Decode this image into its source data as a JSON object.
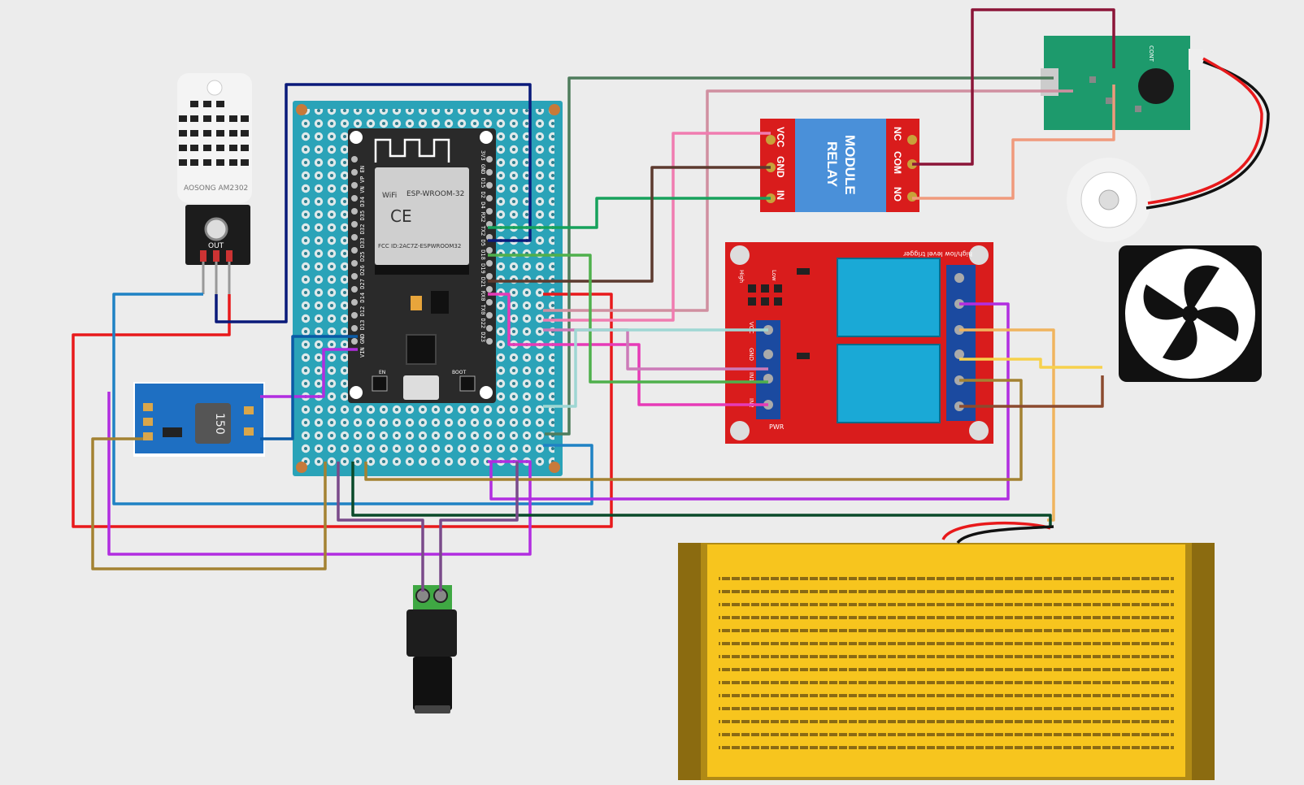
{
  "dht_sensor": {
    "brand": "AOSONG AM2302",
    "pin_label": "OUT"
  },
  "esp32": {
    "module_name": "ESP-WROOM-32",
    "brand": "WiFi",
    "cert": "CE",
    "fcc": "FCC ID:2AC7Z-ESPWROOM32",
    "left_pins": "VIN GND D13 D12 D14 D27 D26 D25 D33 D32 D35 D34 VN VP EN",
    "right_pins": "3V3 GND D15 D2 D4 RX2 TX2 D5 D18 D19 D21 RX0 TX0 D22 D23",
    "en_button": "EN",
    "boot_button": "BOOT"
  },
  "buck_converter": {
    "inductor_text": "150"
  },
  "relay_single": {
    "pins_left": [
      "VCC",
      "GND",
      "IN"
    ],
    "pins_right": [
      "NC",
      "COM",
      "NO"
    ],
    "title_line1": "MODULE",
    "title_line2": "RELAY"
  },
  "relay_dual": {
    "header": "high/low level trigger",
    "pwr": "PWR",
    "jumper": [
      "High",
      "Low"
    ],
    "labels_left": [
      "VCC",
      "GND",
      "IN1",
      "IN2"
    ]
  },
  "mist_board": {
    "connector": "CONT"
  },
  "colors": {
    "pcb_blue": "#2aa3b8",
    "esp_black": "#2a2a2a",
    "relay_red": "#d91c1c",
    "relay_blue": "#4a90d9",
    "heater_yellow": "#f7c51e",
    "wire_red": "#e8191b",
    "wire_purple": "#b12de0",
    "wire_navy": "#0a1a7a"
  }
}
